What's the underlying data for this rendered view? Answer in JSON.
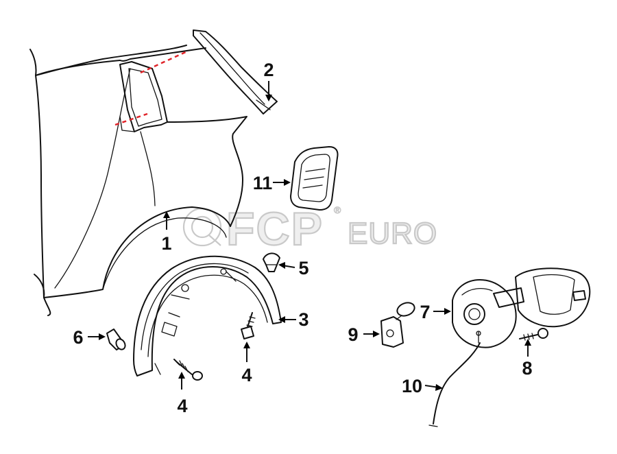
{
  "watermark": {
    "brand": "FCP",
    "suffix": "EURO",
    "registered": "®"
  },
  "callouts": [
    {
      "id": "1",
      "label": "1"
    },
    {
      "id": "2",
      "label": "2"
    },
    {
      "id": "3",
      "label": "3"
    },
    {
      "id": "4a",
      "label": "4"
    },
    {
      "id": "4b",
      "label": "4"
    },
    {
      "id": "5",
      "label": "5"
    },
    {
      "id": "6",
      "label": "6"
    },
    {
      "id": "7",
      "label": "7"
    },
    {
      "id": "8",
      "label": "8"
    },
    {
      "id": "9",
      "label": "9"
    },
    {
      "id": "10",
      "label": "10"
    },
    {
      "id": "11",
      "label": "11"
    }
  ],
  "colors": {
    "line": "#111111",
    "cut_line": "#e0242a",
    "watermark": "#c9c9c9"
  }
}
